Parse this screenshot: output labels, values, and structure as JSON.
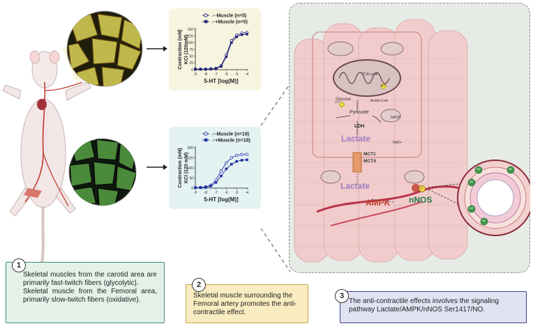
{
  "charts": [
    {
      "ylabel_line1": "Contraction (mN)",
      "ylabel_line2": "KCl (120mM)",
      "xlabel": "5-HT [log(M)]",
      "legend": [
        {
          "symbol": "open",
          "text": "♂-Muscle (n=5)"
        },
        {
          "symbol": "filled",
          "text": "♂+Muscle (n=5)"
        }
      ],
      "yticks": [
        "0",
        "25",
        "50",
        "75",
        "100",
        "125",
        "150"
      ],
      "xticks": [
        "-9",
        "-8",
        "-7",
        "-6",
        "-5",
        "-4"
      ],
      "bg": "#f7f4e0",
      "color": "#23237a"
    },
    {
      "ylabel_line1": "Contraction (mN)",
      "ylabel_line2": "KCl (120 mM)",
      "xlabel": "5-HT [log(M)]",
      "legend": [
        {
          "symbol": "open",
          "text": "♂-Muscle (n=19)"
        },
        {
          "symbol": "filled",
          "text": "♂+Muscle (n=18)"
        }
      ],
      "yticks": [
        "0",
        "50",
        "100",
        "150",
        "200"
      ],
      "xticks": [
        "-9",
        "-8",
        "-7",
        "-6",
        "-5",
        "-4"
      ],
      "bg": "#e4f2f2",
      "color": "#1f2fa6"
    }
  ],
  "chart_data": [
    {
      "type": "line",
      "x": [
        -9,
        -8.5,
        -8,
        -7.5,
        -7,
        -6.5,
        -6,
        -5.5,
        -5,
        -4.5,
        -4
      ],
      "xlim": [
        -9,
        -4
      ],
      "ylim": [
        0,
        150
      ],
      "series": [
        {
          "name": "♂-Muscle (n=5)",
          "values": [
            2,
            2,
            2,
            3,
            5,
            15,
            55,
            108,
            128,
            136,
            138
          ]
        },
        {
          "name": "♂+Muscle (n=5)",
          "values": [
            1,
            1,
            1,
            2,
            4,
            12,
            48,
            100,
            122,
            130,
            132
          ]
        }
      ]
    },
    {
      "type": "line",
      "x": [
        -9,
        -8.5,
        -8,
        -7.5,
        -7,
        -6.5,
        -6,
        -5.5,
        -5,
        -4.5,
        -4
      ],
      "xlim": [
        -9,
        -4
      ],
      "ylim": [
        0,
        200
      ],
      "series": [
        {
          "name": "♂-Muscle (n=19)",
          "values": [
            2,
            3,
            6,
            14,
            40,
            85,
            125,
            150,
            162,
            166,
            167
          ]
        },
        {
          "name": "♂+Muscle (n=18)",
          "values": [
            2,
            2,
            4,
            10,
            28,
            60,
            95,
            118,
            132,
            138,
            140
          ]
        }
      ]
    }
  ],
  "diagram": {
    "atp_label": "ATP",
    "tca_label": "TCA cycle",
    "acetyl_label": "Acetyl-CoA",
    "glucose": "Glucose",
    "pyruvate": "Pyruvate",
    "ldh": "LDH",
    "nadh": "NADH",
    "nad": "NAD+",
    "lactate_in": "Lactate",
    "mct1": "MCT1",
    "mct4": "MCT4",
    "lactate_out": "Lactate",
    "ampk": "AMPK",
    "nnos": "nNOS",
    "p": "P",
    "no": "NO"
  },
  "notes": [
    {
      "num": "1",
      "text1": "Skeletal muscles from the carotid area are primarily fast-twitch fibers (glycolytic).",
      "text2": "Skeletal muscle from the Femoral area, primarily slow-twitch fibers (oxidative)."
    },
    {
      "num": "2",
      "text1": "Skeletal muscle surrounding the Femoral artery promotes the anti-contractile effect."
    },
    {
      "num": "3",
      "text1": "The anti-contractile effects involves the signaling pathway Lactate/AMPK/nNOS Ser1417/NO."
    }
  ],
  "colors": {
    "note1_bg": "#e3f1e9",
    "note1_border": "#3f8c72",
    "note2_bg": "#f8ecc0",
    "note2_border": "#c4a54a",
    "note3_bg": "#e1e2f2",
    "note3_border": "#3b3f8e",
    "lactate": "#9b7cc2",
    "ampk": "#c0392b",
    "nnos": "#1f7a45",
    "muscle": "#f1c9c9"
  }
}
